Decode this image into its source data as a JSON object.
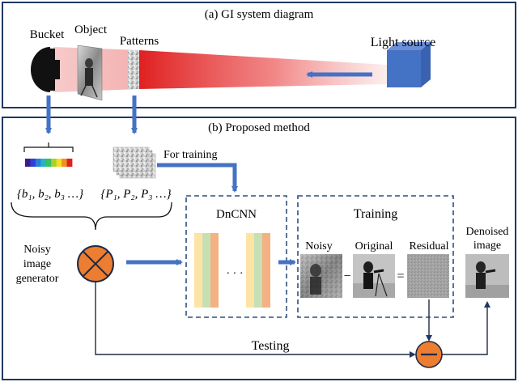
{
  "panel_a": {
    "title": "(a) GI system diagram",
    "labels": {
      "bucket": "Bucket",
      "object": "Object",
      "patterns": "Patterns",
      "light_source": "Light source"
    }
  },
  "panel_b": {
    "title": "(b) Proposed method",
    "bucket_values": "{b₁, b₂, b₃ …}",
    "pattern_values": "{P₁, P₂, P₃ …}",
    "for_training": "For training",
    "generator": [
      "Noisy",
      "image",
      "generator"
    ],
    "dncnn": "DnCNN",
    "ellipsis": "· · ·",
    "training": "Training",
    "noisy": "Noisy",
    "original": "Original",
    "residual": "Residual",
    "minus_sign": "−",
    "equals_sign": "=",
    "denoised": [
      "Denoised",
      "image"
    ],
    "testing": "Testing"
  },
  "colors": {
    "frame": "#1f3864",
    "arrow_blue": "#4472c4",
    "generator_orange": "#ed7d31",
    "light_source_blue": "#4472c4",
    "beam_red": "#e02020",
    "dashed_box": "#2f4f7f"
  },
  "layer_colors": [
    "#fde4a6",
    "#c6e0b4",
    "#f4b183",
    "#fde4a6",
    "#c6e0b4",
    "#f4b183"
  ],
  "spectrum_colors": [
    "#3a1c8c",
    "#2f3fd6",
    "#2a7fd8",
    "#23b3c8",
    "#3ac060",
    "#a8d030",
    "#f0e020",
    "#f09020",
    "#e02020"
  ]
}
